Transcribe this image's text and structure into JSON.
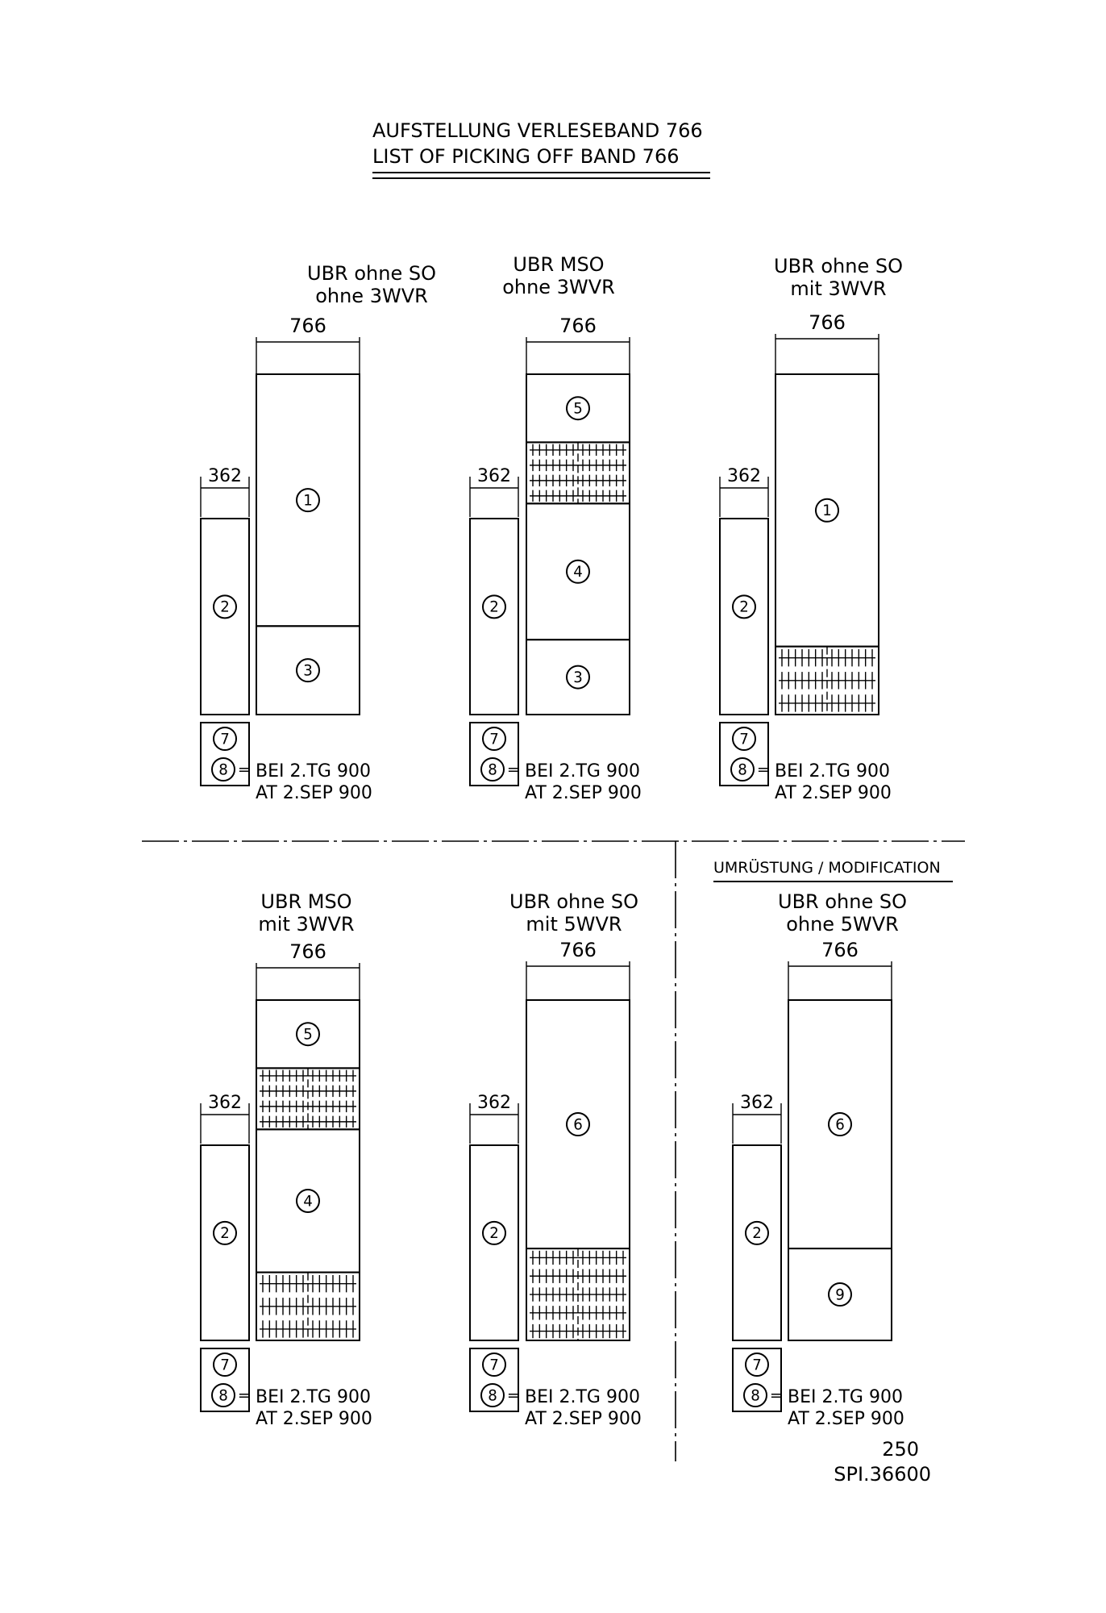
{
  "title": {
    "line1": "AUFSTELLUNG VERLESEBAND 766",
    "line2": "LIST OF PICKING OFF BAND 766"
  },
  "modification_header": "UMRÜSTUNG / MODIFICATION",
  "footer": {
    "page": "250",
    "ref": "SPI.36600"
  },
  "variants": [
    {
      "line1": "UBR ohne SO",
      "line2": "ohne 3WVR",
      "dim_main": "766",
      "dim_side": "362",
      "main_stack": [
        {
          "type": "num",
          "label": "1",
          "rel": 0.74
        },
        {
          "type": "num",
          "label": "3",
          "rel": 0.26
        }
      ],
      "side_label": "2",
      "box_top": "7",
      "box_bottom": "8",
      "note1": "BEI 2.TG 900",
      "note2": "AT 2.SEP 900"
    },
    {
      "line1": "UBR MSO",
      "line2": "ohne 3WVR",
      "dim_main": "766",
      "dim_side": "362",
      "main_stack": [
        {
          "type": "num",
          "label": "5",
          "rel": 0.2
        },
        {
          "type": "grid",
          "rows": 4,
          "rel": 0.18
        },
        {
          "type": "num",
          "label": "4",
          "rel": 0.4
        },
        {
          "type": "num",
          "label": "3",
          "rel": 0.22
        }
      ],
      "side_label": "2",
      "box_top": "7",
      "box_bottom": "8",
      "note1": "BEI 2.TG 900",
      "note2": "AT 2.SEP 900"
    },
    {
      "line1": "UBR ohne SO",
      "line2": "mit 3WVR",
      "dim_main": "766",
      "dim_side": "362",
      "main_stack": [
        {
          "type": "num",
          "label": "1",
          "rel": 0.8
        },
        {
          "type": "grid",
          "rows": 3,
          "rel": 0.2
        }
      ],
      "side_label": "2",
      "box_top": "7",
      "box_bottom": "8",
      "note1": "BEI 2.TG 900",
      "note2": "AT 2.SEP 900"
    },
    {
      "line1": "UBR MSO",
      "line2": "mit 3WVR",
      "dim_main": "766",
      "dim_side": "362",
      "main_stack": [
        {
          "type": "num",
          "label": "5",
          "rel": 0.2
        },
        {
          "type": "grid",
          "rows": 4,
          "rel": 0.18
        },
        {
          "type": "num",
          "label": "4",
          "rel": 0.42
        },
        {
          "type": "grid",
          "rows": 3,
          "rel": 0.2
        }
      ],
      "side_label": "2",
      "box_top": "7",
      "box_bottom": "8",
      "note1": "BEI 2.TG 900",
      "note2": "AT 2.SEP 900"
    },
    {
      "line1": "UBR ohne SO",
      "line2": "mit 5WVR",
      "dim_main": "766",
      "dim_side": "362",
      "main_stack": [
        {
          "type": "num",
          "label": "6",
          "rel": 0.73
        },
        {
          "type": "grid",
          "rows": 5,
          "rel": 0.27
        }
      ],
      "side_label": "2",
      "box_top": "7",
      "box_bottom": "8",
      "note1": "BEI 2.TG 900",
      "note2": "AT 2.SEP 900"
    },
    {
      "line1": "UBR ohne SO",
      "line2": "ohne 5WVR",
      "dim_main": "766",
      "dim_side": "362",
      "main_stack": [
        {
          "type": "num",
          "label": "6",
          "rel": 0.73
        },
        {
          "type": "num",
          "label": "9",
          "rel": 0.27
        }
      ],
      "side_label": "2",
      "box_top": "7",
      "box_bottom": "8",
      "note1": "BEI 2.TG 900",
      "note2": "AT 2.SEP 900"
    }
  ]
}
